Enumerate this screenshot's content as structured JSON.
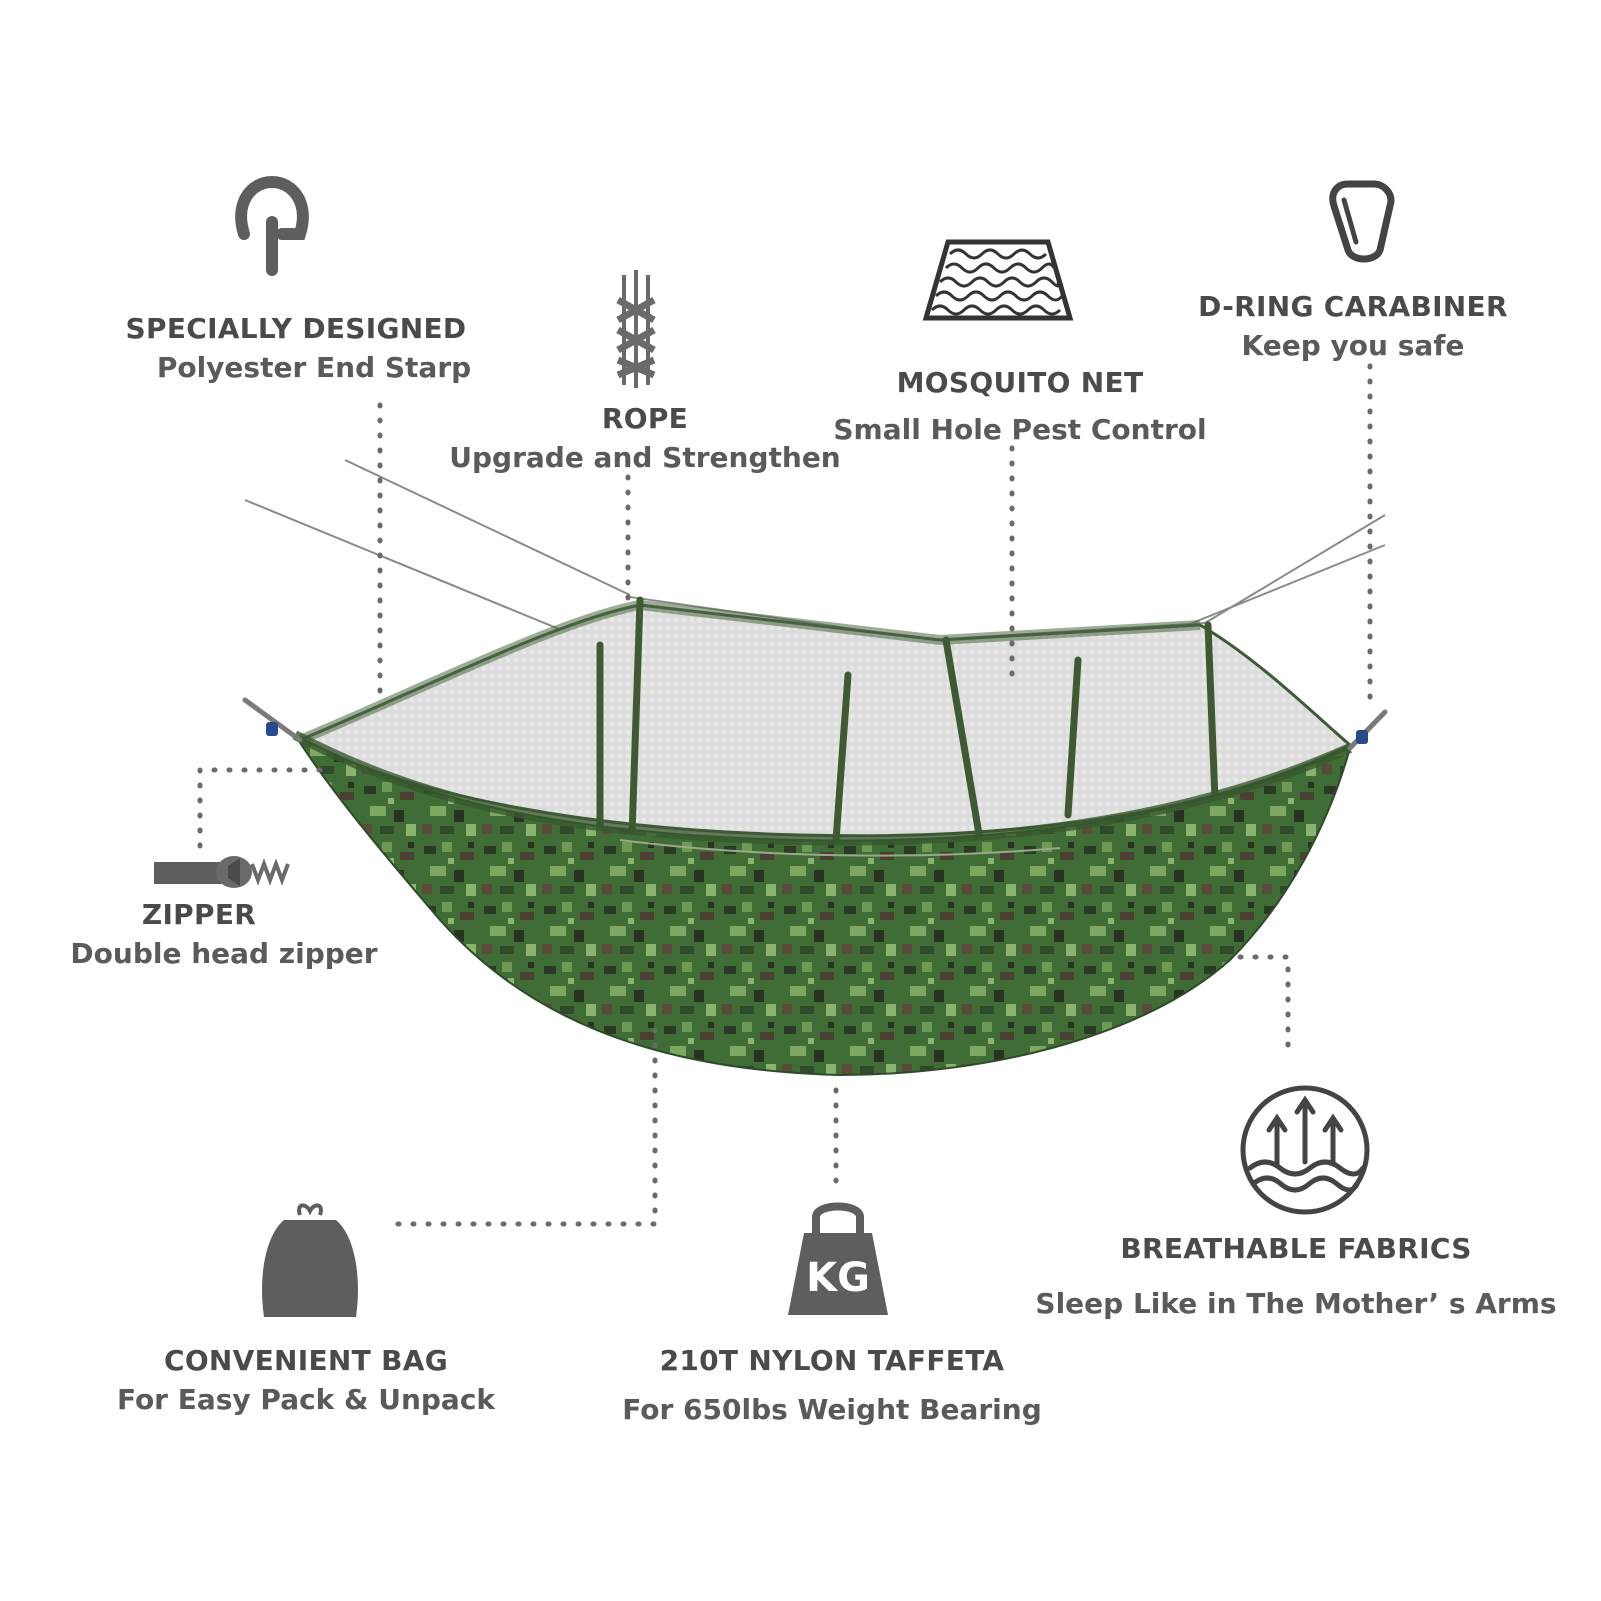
{
  "colors": {
    "text": "#4a4a4a",
    "icon": "#5e5e5e",
    "dots": "#6a6a6a",
    "net": "#2f4a2a",
    "camo_base": "#3d6b34",
    "camo_light": "#6f9a55",
    "camo_dark": "#2a3323",
    "camo_brown": "#5a4a3a"
  },
  "features": {
    "strap": {
      "title": "SPECIALLY DESIGNED",
      "subtitle": "Polyester End Starp",
      "icon": "strap-icon"
    },
    "rope": {
      "title": "ROPE",
      "subtitle": "Upgrade and Strengthen",
      "icon": "rope-icon"
    },
    "net": {
      "title": "MOSQUITO NET",
      "subtitle": "Small Hole Pest Control",
      "icon": "net-icon"
    },
    "carabiner": {
      "title": "D-RING CARABINER",
      "subtitle": "Keep you safe",
      "icon": "carabiner-icon"
    },
    "zipper": {
      "title": "ZIPPER",
      "subtitle": "Double head zipper",
      "icon": "zipper-icon"
    },
    "bag": {
      "title": "CONVENIENT BAG",
      "subtitle": "For Easy Pack & Unpack",
      "icon": "bag-icon"
    },
    "nylon": {
      "title": "210T NYLON TAFFETA",
      "subtitle": "For 650lbs Weight Bearing",
      "icon": "kg-weight-icon",
      "icon_text": "KG"
    },
    "fabric": {
      "title": "BREATHABLE FABRICS",
      "subtitle": "Sleep Like in The Mother’ s Arms",
      "icon": "breathable-icon"
    }
  }
}
